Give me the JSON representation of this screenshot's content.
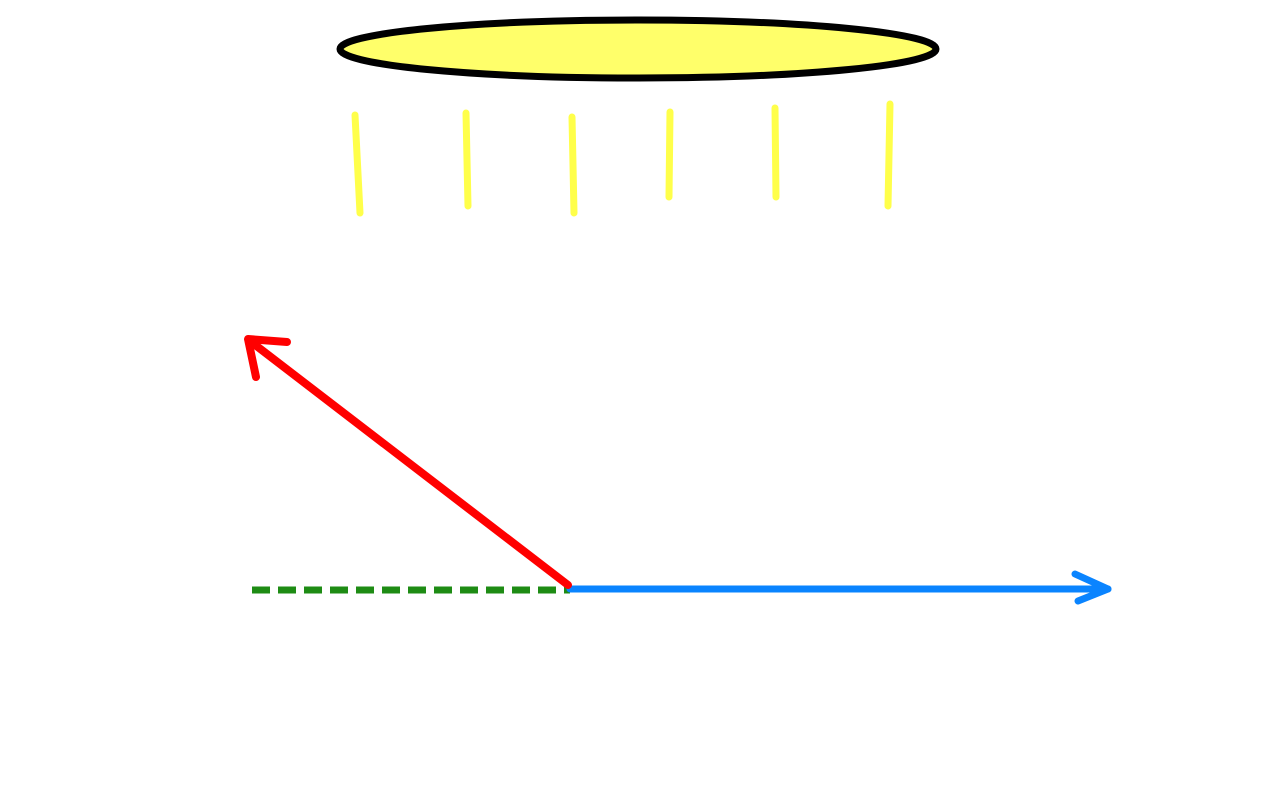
{
  "colors": {
    "background": "#FFFFFF",
    "sun_fill": "#FFFF6A",
    "sun_outline": "#000000",
    "rays": "#FFFF4A",
    "red_arrow": "#FF0000",
    "blue_arrow": "#0A84FF",
    "green_dashed": "#1E8C14"
  },
  "elements": {
    "sun": "yellow-ellipse-sun",
    "rays": "yellow-light-rays",
    "red_arrow": "red-arrow-up-left",
    "blue_arrow": "blue-arrow-right",
    "dashed_line": "green-dashed-line-left"
  }
}
